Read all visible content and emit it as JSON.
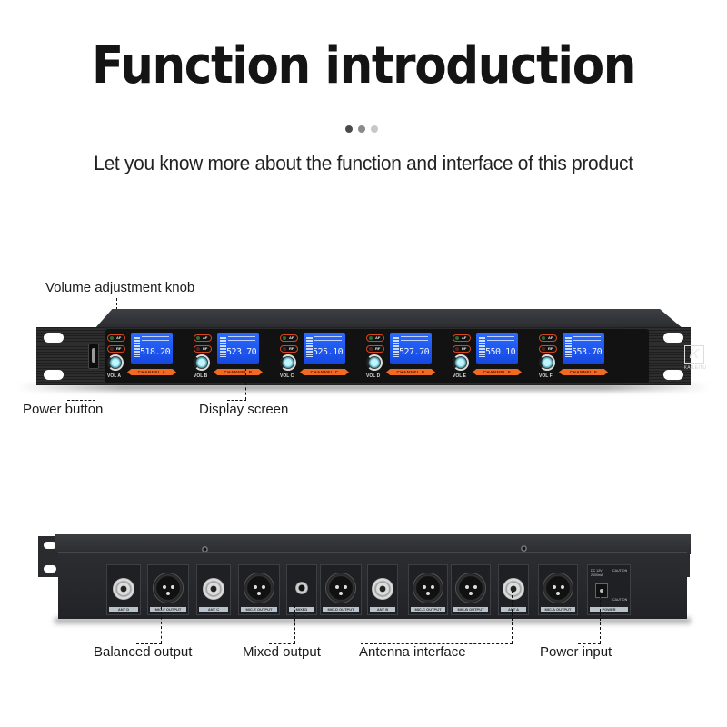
{
  "header": {
    "title": "Function introduction",
    "subtitle": "Let you know more about the function and interface of this product",
    "pager_dots": [
      {
        "color": "#4a4a4a",
        "active": true
      },
      {
        "color": "#8a8a8a",
        "active": false
      },
      {
        "color": "#c8c8c8",
        "active": false
      }
    ]
  },
  "front_view": {
    "callouts": {
      "volume_knob": "Volume adjustment knob",
      "power_button": "Power button",
      "display_screen": "Display screen"
    },
    "channels": [
      {
        "vol_label": "VOL A",
        "channel_label": "CHANNEL A",
        "frequency": "518.20",
        "af": "AF",
        "rf": "RF"
      },
      {
        "vol_label": "VOL B",
        "channel_label": "CHANNEL B",
        "frequency": "523.70",
        "af": "AF",
        "rf": "RF"
      },
      {
        "vol_label": "VOL C",
        "channel_label": "CHANNEL C",
        "frequency": "525.10",
        "af": "AF",
        "rf": "RF"
      },
      {
        "vol_label": "VOL D",
        "channel_label": "CHANNEL D",
        "frequency": "527.70",
        "af": "AF",
        "rf": "RF"
      },
      {
        "vol_label": "VOL E",
        "channel_label": "CHANNEL E",
        "frequency": "550.10",
        "af": "AF",
        "rf": "RF"
      },
      {
        "vol_label": "VOL F",
        "channel_label": "CHANNEL F",
        "frequency": "553.70",
        "af": "AF",
        "rf": "RF"
      }
    ],
    "brand_logo_glyph": "K",
    "brand_name": "KAILEITU",
    "accent_color": "#f06a24",
    "lcd_color": "#1f5cf2"
  },
  "rear_view": {
    "callouts": {
      "balanced_output": "Balanced output",
      "mixed_output": "Mixed output",
      "antenna_interface": "Antenna interface",
      "power_input": "Power input"
    },
    "ports": [
      {
        "type": "bnc",
        "label": "ANT D"
      },
      {
        "type": "xlr",
        "label": "MIC-F OUTPUT"
      },
      {
        "type": "bnc",
        "label": "ANT C"
      },
      {
        "type": "xlr",
        "label": "MIC-E OUTPUT"
      },
      {
        "type": "jack",
        "label": "MIXED OUTPUT"
      },
      {
        "type": "xlr",
        "label": "MIC-D OUTPUT"
      },
      {
        "type": "bnc",
        "label": "ANT B"
      },
      {
        "type": "xlr",
        "label": "MIC-C OUTPUT"
      },
      {
        "type": "xlr",
        "label": "MIC-B OUTPUT"
      },
      {
        "type": "bnc",
        "label": "ANT A"
      },
      {
        "type": "xlr",
        "label": "MIC-A OUTPUT"
      },
      {
        "type": "dc",
        "label": "POWER"
      }
    ],
    "power_spec": "DC 12V 2000mA",
    "power_caution_title": "CAUTION",
    "power_caution_footer": "CAUTION"
  }
}
